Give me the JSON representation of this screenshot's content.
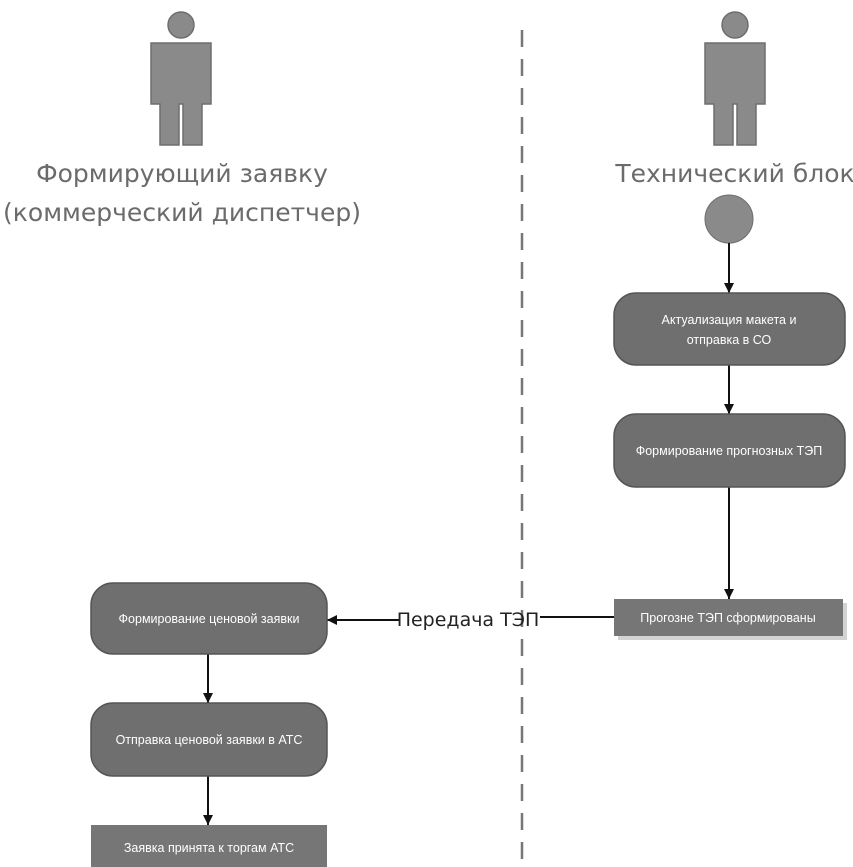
{
  "lanes": {
    "left": {
      "title_line1": "Формирующий заявку",
      "title_line2": "(коммерческий диспетчер)",
      "icon": "person-icon"
    },
    "right": {
      "title": "Технический блок",
      "icon": "person-icon"
    }
  },
  "nodes": {
    "start": {
      "icon": "start-node-circle"
    },
    "update_layout": {
      "line1": "Актуализация макета и",
      "line2": "отправка в СО"
    },
    "forecast_tep": {
      "label": "Формирование прогнозных ТЭП"
    },
    "forecast_ready": {
      "label": "Прогозне ТЭП сформированы"
    },
    "price_bid": {
      "label": "Формирование ценовой заявки"
    },
    "send_bid": {
      "label": "Отправка ценовой заявки в АТС"
    },
    "bid_accepted": {
      "label": "Заявка принята к торгам АТС"
    }
  },
  "edges": {
    "transfer_label": "Передача ТЭП"
  },
  "colors": {
    "node_fill": "#6f6f6f",
    "actor_fill": "#8a8a8a",
    "title_text": "#6b6b6b",
    "lane_divider": "#777777"
  }
}
